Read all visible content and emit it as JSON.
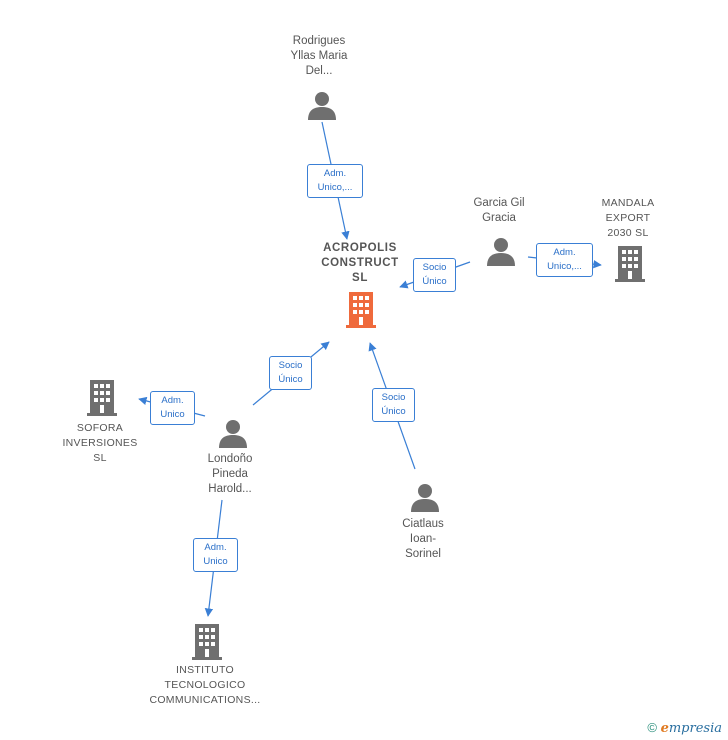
{
  "nodes": {
    "acropolis": {
      "label_lines": [
        "ACROPOLIS",
        "CONSTRUCT",
        "SL"
      ],
      "type": "company",
      "highlight": true
    },
    "rodrigues": {
      "label_lines": [
        "Rodrigues",
        "Yllas Maria",
        "Del..."
      ],
      "type": "person"
    },
    "garcia": {
      "label_lines": [
        "Garcia Gil",
        "Gracia"
      ],
      "type": "person"
    },
    "mandala": {
      "label_lines": [
        "MANDALA",
        "EXPORT",
        "2030  SL"
      ],
      "type": "company"
    },
    "sofora": {
      "label_lines": [
        "SOFORA",
        "INVERSIONES",
        "SL"
      ],
      "type": "company"
    },
    "londono": {
      "label_lines": [
        "Londoño",
        "Pineda",
        "Harold..."
      ],
      "type": "person"
    },
    "ciatlaus": {
      "label_lines": [
        "Ciatlaus",
        "Ioan-",
        "Sorinel"
      ],
      "type": "person"
    },
    "instituto": {
      "label_lines": [
        "INSTITUTO",
        "TECNOLOGICO",
        "COMMUNICATIONS..."
      ],
      "type": "company"
    }
  },
  "edges": {
    "rodrigues_acropolis": {
      "line1": "Adm.",
      "line2": "Unico,..."
    },
    "garcia_acropolis": {
      "line1": "Socio",
      "line2": "Único"
    },
    "garcia_mandala": {
      "line1": "Adm.",
      "line2": "Unico,..."
    },
    "londono_acropolis": {
      "line1": "Socio",
      "line2": "Único"
    },
    "londono_sofora": {
      "line1": "Adm.",
      "line2": "Unico"
    },
    "ciatlaus_acropolis": {
      "line1": "Socio",
      "line2": "Único"
    },
    "londono_instituto": {
      "line1": "Adm.",
      "line2": "Unico"
    }
  },
  "colors": {
    "edge": "#3a7fd5",
    "icon_gray": "#6f6f6f",
    "icon_highlight": "#ef6a3c"
  },
  "watermark": {
    "copyright": "©",
    "brand_e": "e",
    "brand_rest": "mpresia"
  }
}
